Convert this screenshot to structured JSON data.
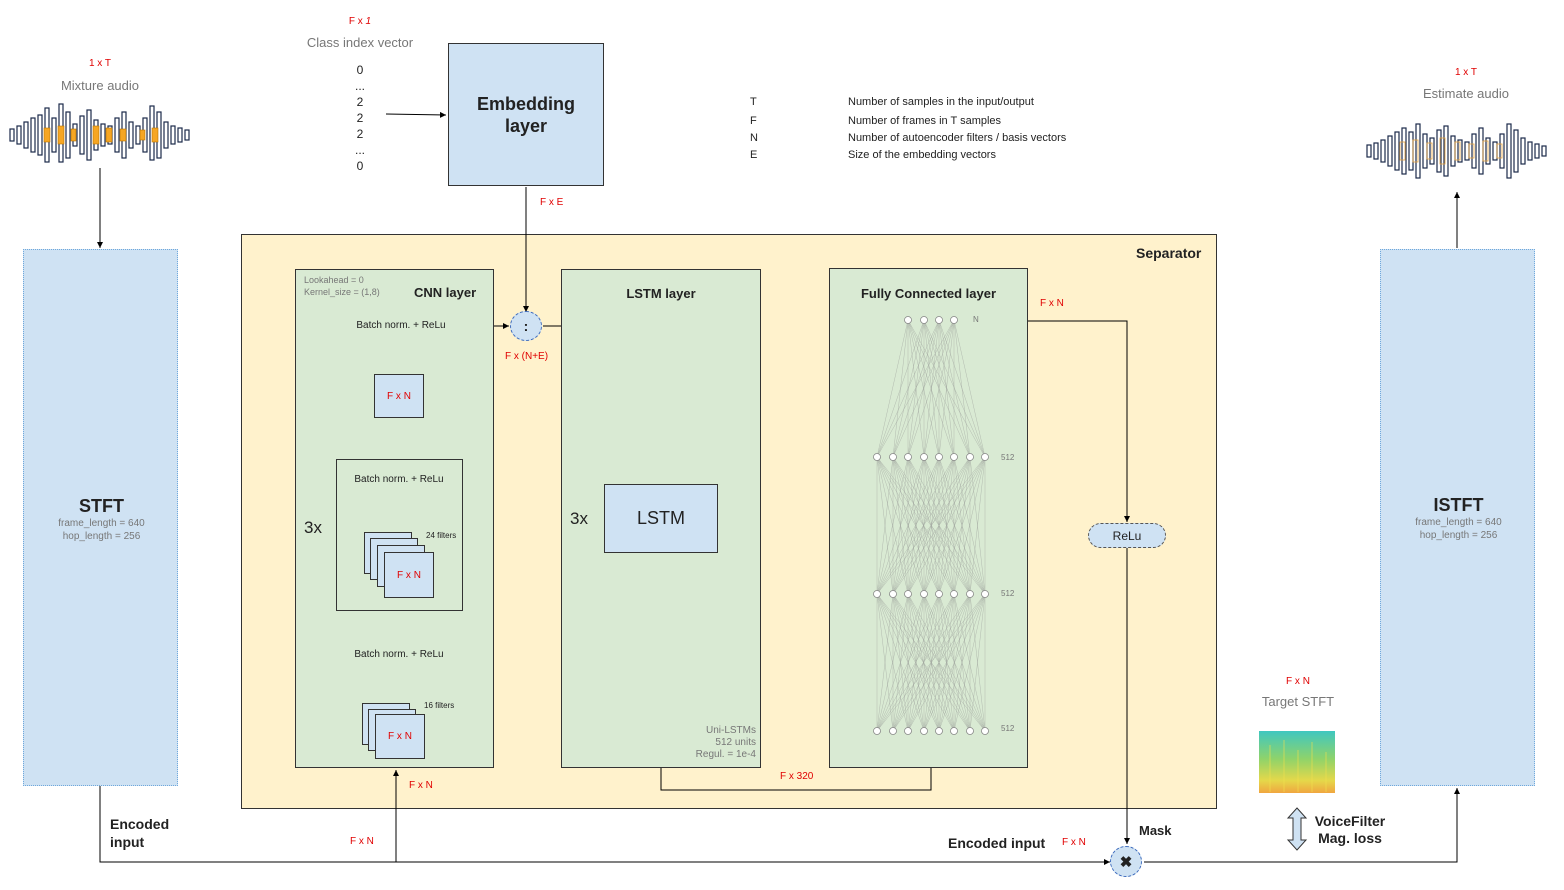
{
  "mixture": {
    "dims": "1 x T",
    "label": "Mixture audio"
  },
  "class_index": {
    "dims": "F x ",
    "dims_italic": "1",
    "label": "Class index vector",
    "values": [
      "0",
      "...",
      "2",
      "2",
      "2",
      "...",
      "0"
    ]
  },
  "embedding": {
    "title": "Embedding layer",
    "out_dims": "F x E"
  },
  "legend": [
    {
      "sym": "T",
      "desc": "Number of samples in the input/output"
    },
    {
      "sym": "F",
      "desc": "Number of frames in T samples"
    },
    {
      "sym": "N",
      "desc": "Number of autoencoder filters / basis vectors"
    },
    {
      "sym": "E",
      "desc": "Size of the embedding vectors"
    }
  ],
  "estimate": {
    "dims": "1 x T",
    "label": "Estimate audio"
  },
  "stft": {
    "title": "STFT",
    "p1": "frame_length = 640",
    "p2": "hop_length = 256"
  },
  "istft": {
    "title": "ISTFT",
    "p1": "frame_length = 640",
    "p2": "hop_length = 256"
  },
  "separator": {
    "title": "Separator"
  },
  "cnn": {
    "title": "CNN layer",
    "lookahead": "Lookahead = 0",
    "kernel": "Kernel_size = (1,8)",
    "bn_top": "Batch norm. + ReLu",
    "fxn_top": "F x N",
    "repeat": "3x",
    "bn_inner": "Batch norm. + ReLu",
    "filters24": "24 filters",
    "fxn_inner": "F x N",
    "bn_bottom": "Batch norm. + ReLu",
    "filters16": "16 filters",
    "fxn_bottom": "F x N",
    "in_dims": "F x N"
  },
  "concat": {
    "symbol": ":",
    "dims": "F x (N+E)"
  },
  "lstm": {
    "title": "LSTM layer",
    "repeat": "3x",
    "box": "LSTM",
    "n1": "Uni-LSTMs",
    "n2": "512 units",
    "n3": "Regul. = 1e-4",
    "out_dims": "F x 320"
  },
  "fc": {
    "title": "Fully Connected layer",
    "n_label": "N",
    "l1": "512",
    "l2": "512",
    "l3": "512",
    "out_dims": "F x N"
  },
  "relu": {
    "label": "ReLu"
  },
  "encoded_left": {
    "l1": "Encoded",
    "l2": "input",
    "dims": "F x N"
  },
  "encoded_right": {
    "label": "Encoded input",
    "dims": "F x N"
  },
  "mask": {
    "label": "Mask"
  },
  "target": {
    "dims": "F x N",
    "label": "Target STFT"
  },
  "loss": {
    "l1": "VoiceFilter",
    "l2": "Mag. loss"
  },
  "colors": {
    "red": "#e00000",
    "blue": "#cfe2f3",
    "green": "#d9ead3",
    "separator": "#fff2cc",
    "orange": "#f6a623"
  }
}
